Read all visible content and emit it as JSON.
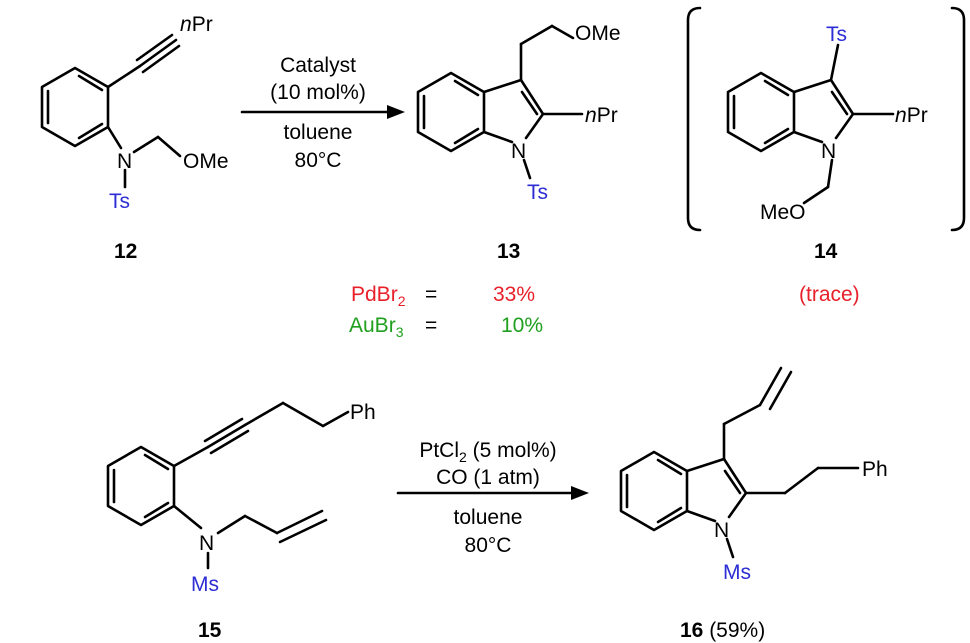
{
  "scheme1": {
    "sm": {
      "id": "12",
      "ts": "Ts",
      "n": "N",
      "ome": "OMe",
      "npr_n": "n",
      "npr_pr": "Pr"
    },
    "conditions": {
      "line1": "Catalyst",
      "line2": "(10 mol%)",
      "line3": "toluene",
      "line4": "80°C"
    },
    "product": {
      "id": "13",
      "ome": "OMe",
      "npr_n": "n",
      "npr_pr": "Pr",
      "n": "N",
      "ts": "Ts"
    },
    "side_product": {
      "id": "14",
      "ts": "Ts",
      "npr_n": "n",
      "npr_pr": "Pr",
      "n": "N",
      "meo": "MeO",
      "note": "(trace)"
    },
    "yields": [
      {
        "catalyst_base": "PdBr",
        "catalyst_sub": "2",
        "eq": "=",
        "yield": "33%",
        "color": "#e8202a"
      },
      {
        "catalyst_base": "AuBr",
        "catalyst_sub": "3",
        "eq": "=",
        "yield": "10%",
        "color": "#1fa01f"
      }
    ]
  },
  "scheme2": {
    "sm": {
      "id": "15",
      "ph": "Ph",
      "n": "N",
      "ms": "Ms"
    },
    "conditions": {
      "line1_base": "PtCl",
      "line1_sub": "2",
      "line1_rest": " (5 mol%)",
      "line2": "CO (1 atm)",
      "line3": "toluene",
      "line4": "80°C"
    },
    "product": {
      "id": "16",
      "yield": " (59%)",
      "ph": "Ph",
      "n": "N",
      "ms": "Ms"
    }
  },
  "colors": {
    "heteroatom_label": "#2d2dd6",
    "pd_yield": "#e8202a",
    "au_yield": "#1fa01f",
    "bond": "#000000"
  }
}
